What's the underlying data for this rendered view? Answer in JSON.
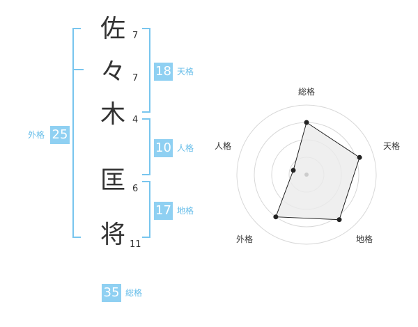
{
  "name": {
    "characters": [
      {
        "char": "佐",
        "strokes": "7"
      },
      {
        "char": "々",
        "strokes": "7"
      },
      {
        "char": "木",
        "strokes": "4"
      },
      {
        "char": "匡",
        "strokes": "6"
      },
      {
        "char": "将",
        "strokes": "11"
      }
    ]
  },
  "fortunes": {
    "tenkaku": {
      "value": "18",
      "label": "天格"
    },
    "jinkaku": {
      "value": "10",
      "label": "人格"
    },
    "chikaku": {
      "value": "17",
      "label": "地格"
    },
    "gaikaku": {
      "value": "25",
      "label": "外格"
    },
    "soukaku": {
      "value": "35",
      "label": "総格"
    }
  },
  "colors": {
    "accent": "#8fd0f2",
    "bracket": "#78c5ee",
    "label": "#66bde9",
    "text": "#333333"
  },
  "chart_data": {
    "type": "radar",
    "axes": [
      "総格",
      "天格",
      "地格",
      "外格",
      "人格"
    ],
    "values": [
      0.75,
      0.8,
      0.8,
      0.75,
      0.2
    ],
    "max": 1,
    "rings": 4
  }
}
